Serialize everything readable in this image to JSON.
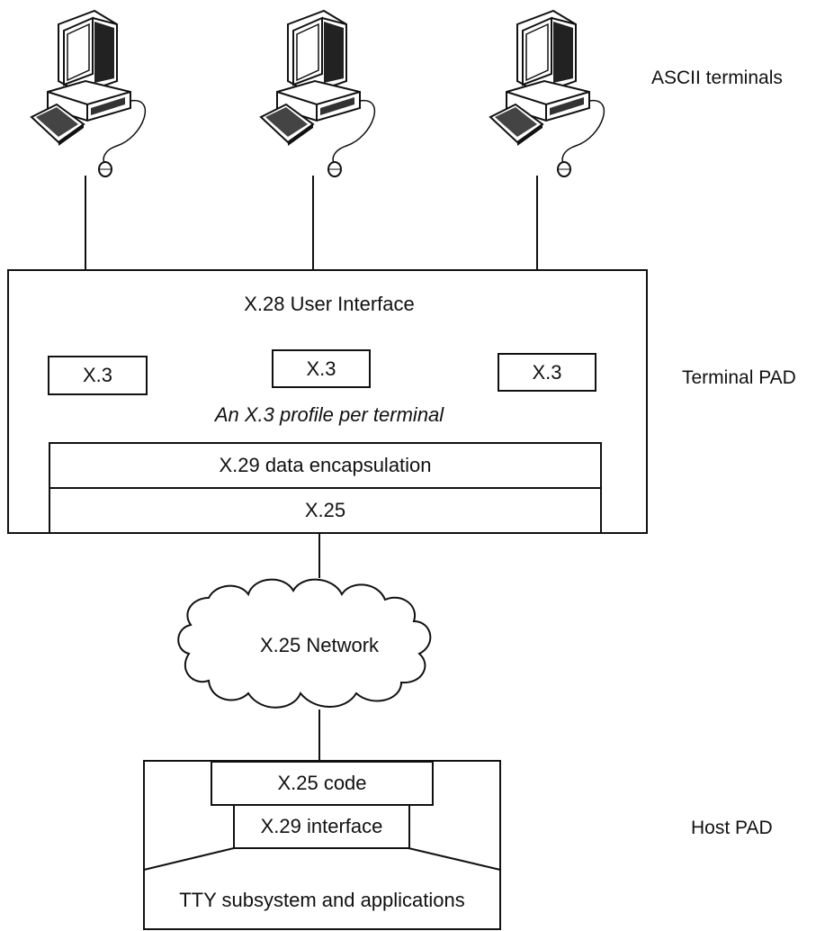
{
  "labels": {
    "ascii_terminals": "ASCII terminals",
    "terminal_pad": "Terminal PAD",
    "host_pad": "Host PAD"
  },
  "terminal_pad": {
    "user_interface": "X.28 User Interface",
    "x3_boxes": [
      "X.3",
      "X.3",
      "X.3"
    ],
    "profile_note": "An X.3 profile per terminal",
    "encapsulation": "X.29 data encapsulation",
    "x25": "X.25"
  },
  "network": {
    "label": "X.25 Network"
  },
  "host_pad": {
    "x25_code": "X.25 code",
    "x29_interface": "X.29 interface",
    "tty": "TTY subsystem and applications"
  },
  "icons": [
    "computer-terminal-icon",
    "computer-terminal-icon",
    "computer-terminal-icon",
    "cloud-icon"
  ]
}
